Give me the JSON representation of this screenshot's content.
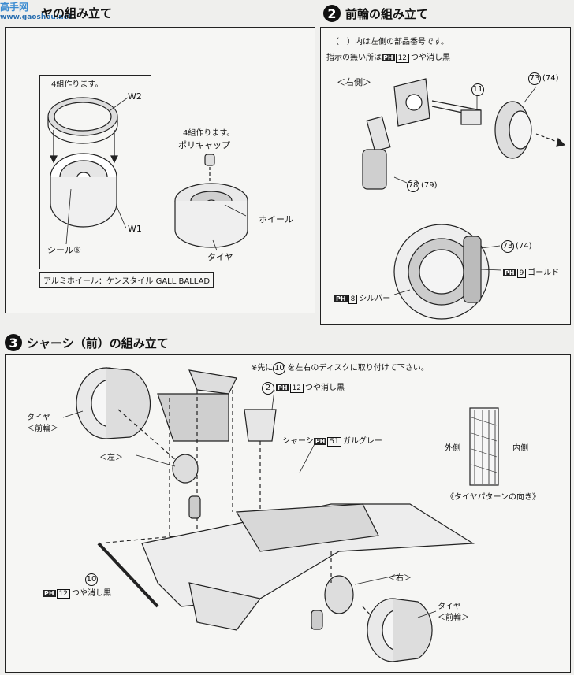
{
  "watermark": {
    "cn": "高手网",
    "url": "www.gaoshou.net"
  },
  "step1": {
    "title": "ヤの組み立て",
    "wheel_qty": "4組作ります。",
    "label_w2": "W2",
    "label_w1": "W1",
    "label_seal": "シール⑥",
    "polycap_qty": "4組作ります。",
    "label_polycap": "ポリキャップ",
    "label_wheel": "ホイール",
    "label_tire": "タイヤ",
    "caption": "アルミホイール：ケンスタイル GALL BALLAD"
  },
  "step2": {
    "number": "2",
    "title": "前輪の組み立て",
    "note1": "（　）内は左側の部品番号です。",
    "note2_a": "指示の無い所は",
    "note2_ph": "PH",
    "note2_box": "12",
    "note2_b": "つや消し黒",
    "label_right": "＜右側＞",
    "part_11": "11",
    "part_73": "73",
    "part_74": "(74)",
    "part_78": "78",
    "part_79": "(79)",
    "part_73b": "73",
    "part_74b": "(74)",
    "gold_ph": "PH",
    "gold_box": "9",
    "gold_txt": "ゴールド",
    "silver_ph": "PH",
    "silver_box": "8",
    "silver_txt": "シルバー"
  },
  "step3": {
    "number": "3",
    "title": "シャーシ（前）の組み立て",
    "note_pre": "※先に",
    "note_num": "10",
    "note_post": "を左右のディスクに取り付けて下さい。",
    "label_2": "2",
    "label_2_ph": "PH",
    "label_2_box": "12",
    "label_2_txt": "つや消し黒",
    "chassis_txt": "シャーシ",
    "chassis_ph": "PH",
    "chassis_box": "51",
    "chassis_color": "ガルグレー",
    "tire_left_a": "タイヤ",
    "tire_left_b": "＜前輪＞",
    "label_left": "＜左＞",
    "label_right": "＜右＞",
    "part_10": "10",
    "p10_ph": "PH",
    "p10_box": "12",
    "p10_txt": "つや消し黒",
    "tire_right_a": "タイヤ",
    "tire_right_b": "＜前輪＞",
    "outer": "外側",
    "inner": "内側",
    "pattern_caption": "《タイヤパターンの向き》"
  }
}
